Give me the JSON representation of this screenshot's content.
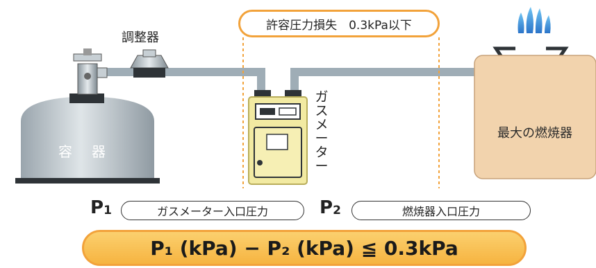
{
  "labels": {
    "regulator": "調整器",
    "container": "容　器",
    "gas_meter": "ガスメーター",
    "max_burner": "最大の燃焼器",
    "allowable_loss": "許容圧力損失　0.3kPa以下"
  },
  "pressure": {
    "p1_symbol": "P",
    "p1_sub": "1",
    "p1_desc": "ガスメーター入口圧力",
    "p2_symbol": "P",
    "p2_sub": "2",
    "p2_desc": "燃焼器入口圧力"
  },
  "formula": "P₁ (kPa) − P₂ (kPa) ≦ 0.3kPa",
  "colors": {
    "orange_border": "#f2a23a",
    "orange_fill": "#f6b441",
    "pipe": "#9fadb6",
    "container_body": "#c9d1d6",
    "meter_body": "#f2eaa2",
    "burner_body": "#f2d3ad",
    "flame": "#3a8fd6",
    "dashed_line": "#f2a23a"
  }
}
